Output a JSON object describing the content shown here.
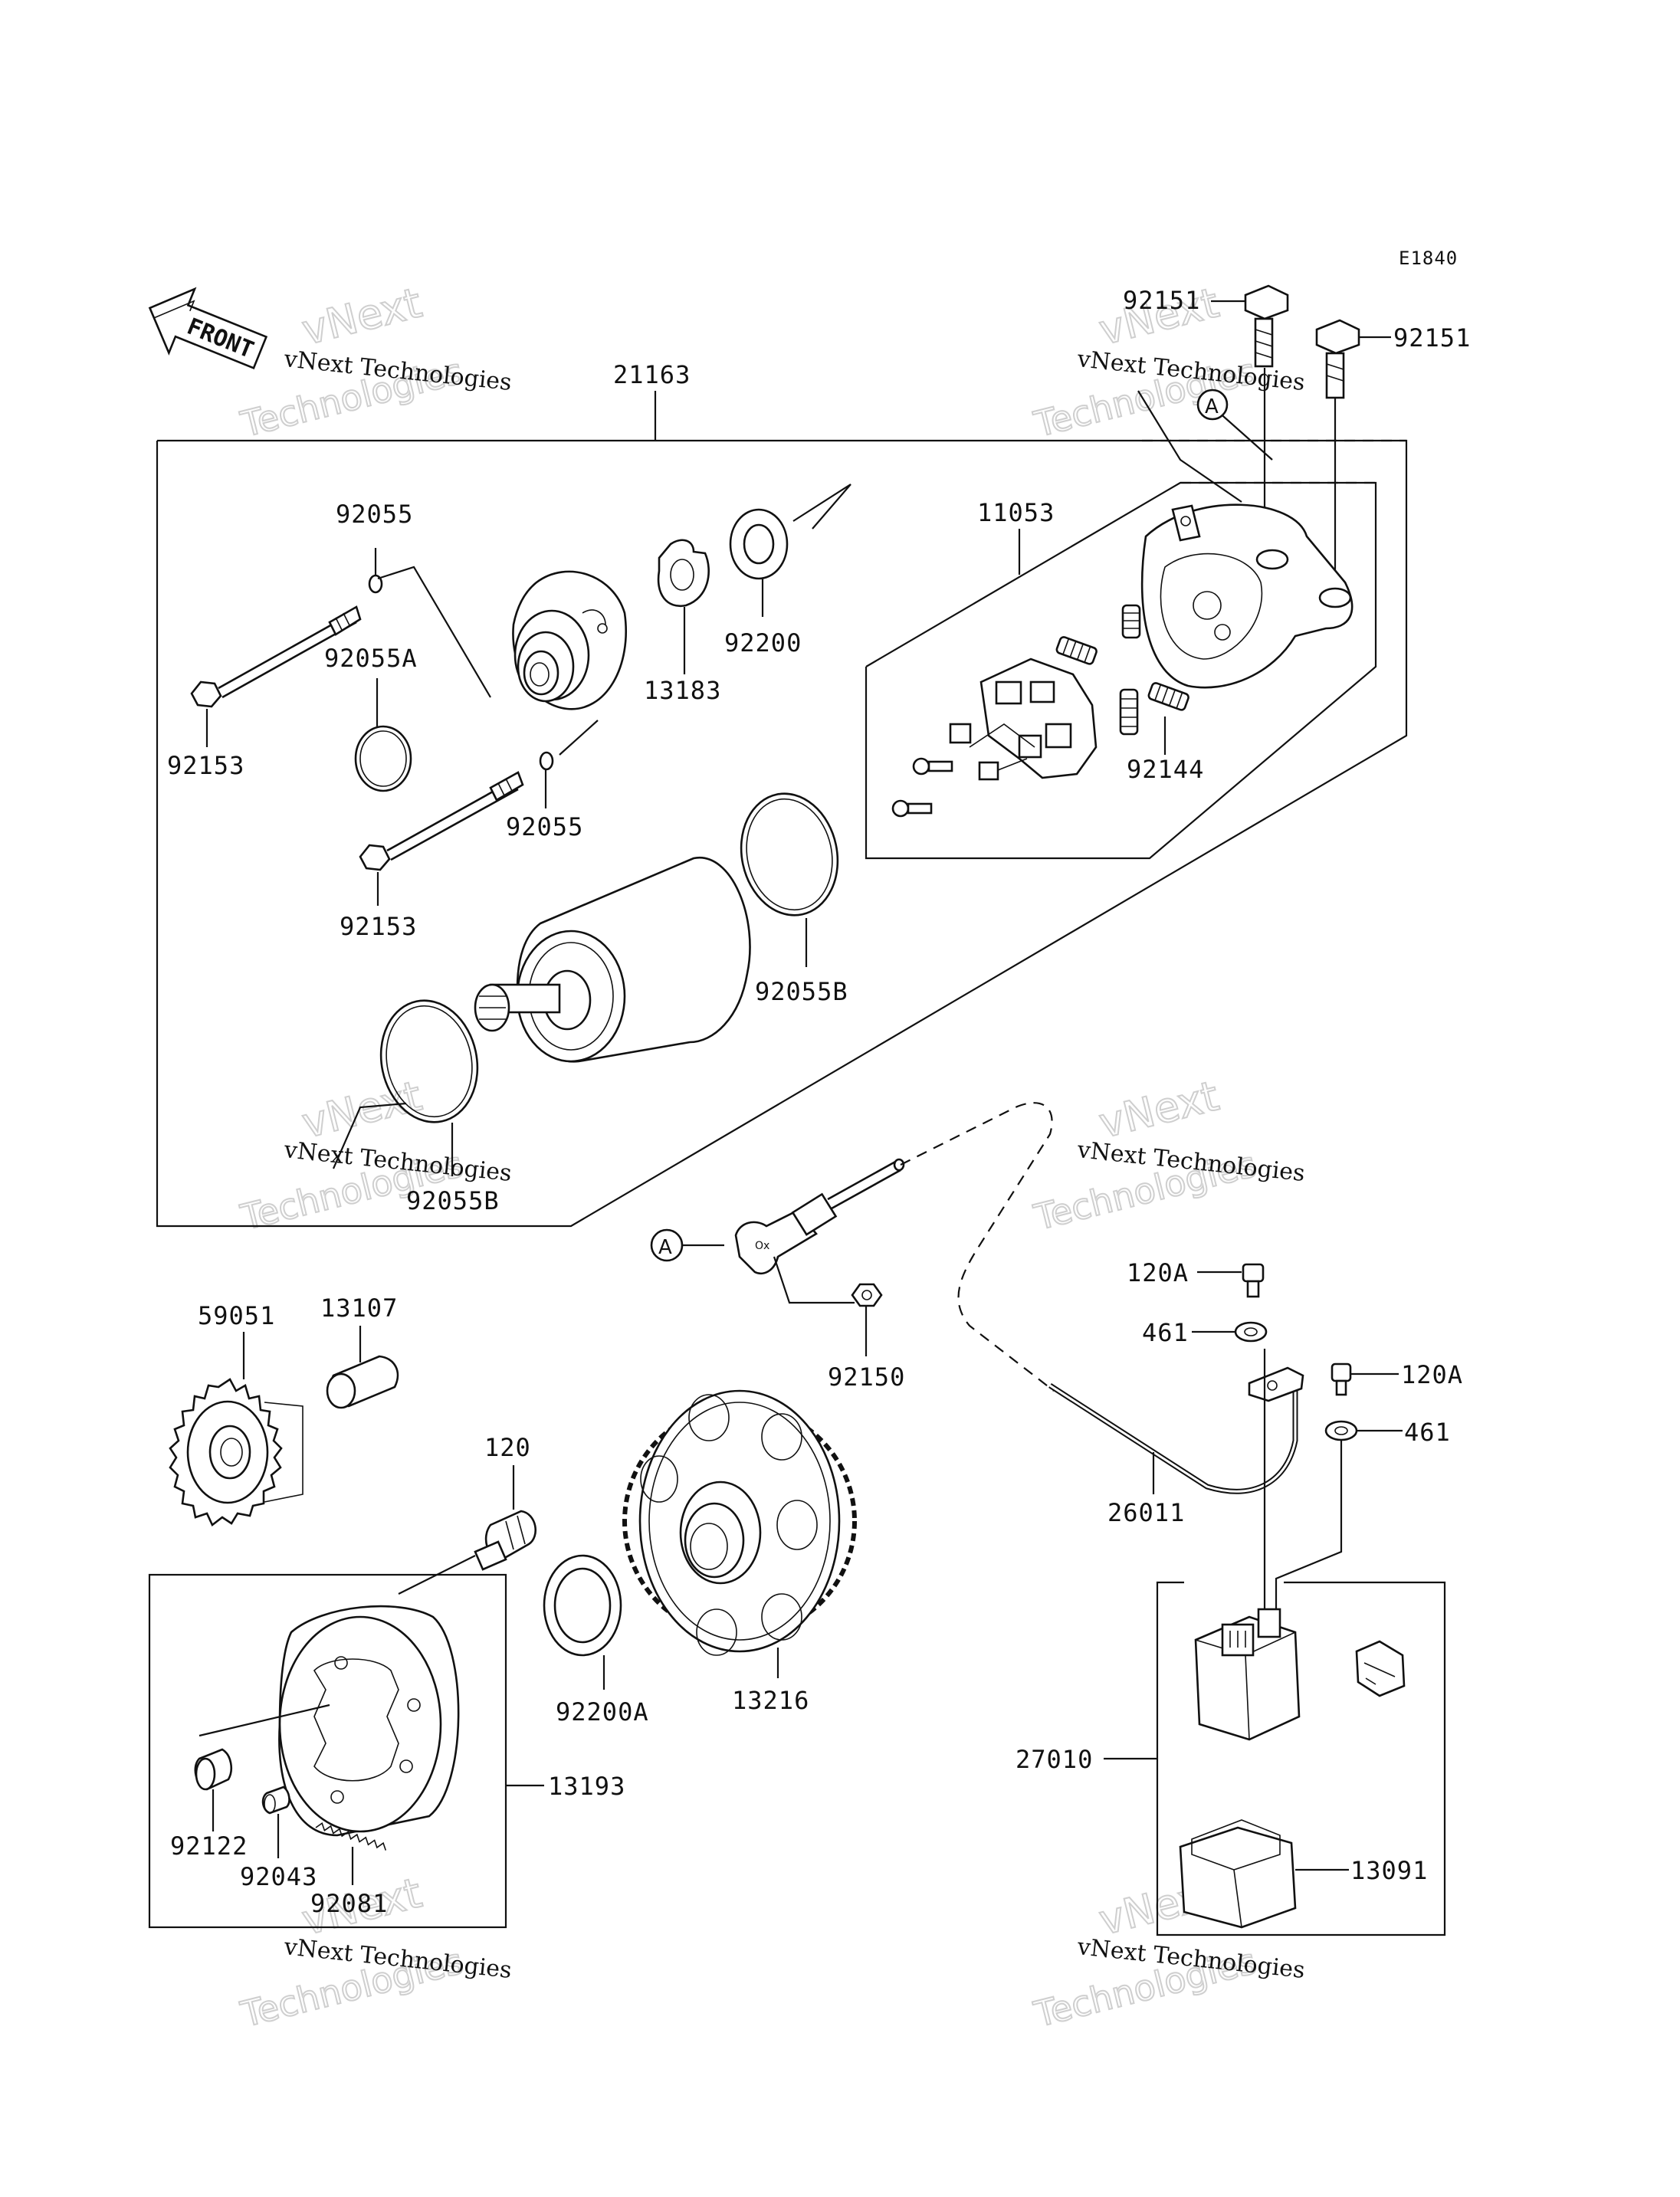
{
  "diagram_code": "E1840",
  "front_label": "FRONT",
  "ref_marker": "A",
  "watermark": {
    "company": "vNext Technologies",
    "line1": "vNext",
    "line2": "Technologies"
  },
  "part_labels": {
    "p21163": "21163",
    "p92151_left": "92151",
    "p92151_right": "92151",
    "p11053": "11053",
    "p92055_top": "92055",
    "p92055A": "92055A",
    "p92153_left": "92153",
    "p92055_mid": "92055",
    "p92153_mid": "92153",
    "p13183": "13183",
    "p92200": "92200",
    "p92144": "92144",
    "p92055B_right": "92055B",
    "p92055B_bottom": "92055B",
    "p59051": "59051",
    "p13107": "13107",
    "p120": "120",
    "p92150": "92150",
    "p13216": "13216",
    "p92200A": "92200A",
    "p13193": "13193",
    "p92122": "92122",
    "p92043": "92043",
    "p92081": "92081",
    "p120A_top": "120A",
    "p461_top": "461",
    "p120A_right": "120A",
    "p461_right": "461",
    "p26011": "26011",
    "p27010": "27010",
    "p13091": "13091"
  }
}
